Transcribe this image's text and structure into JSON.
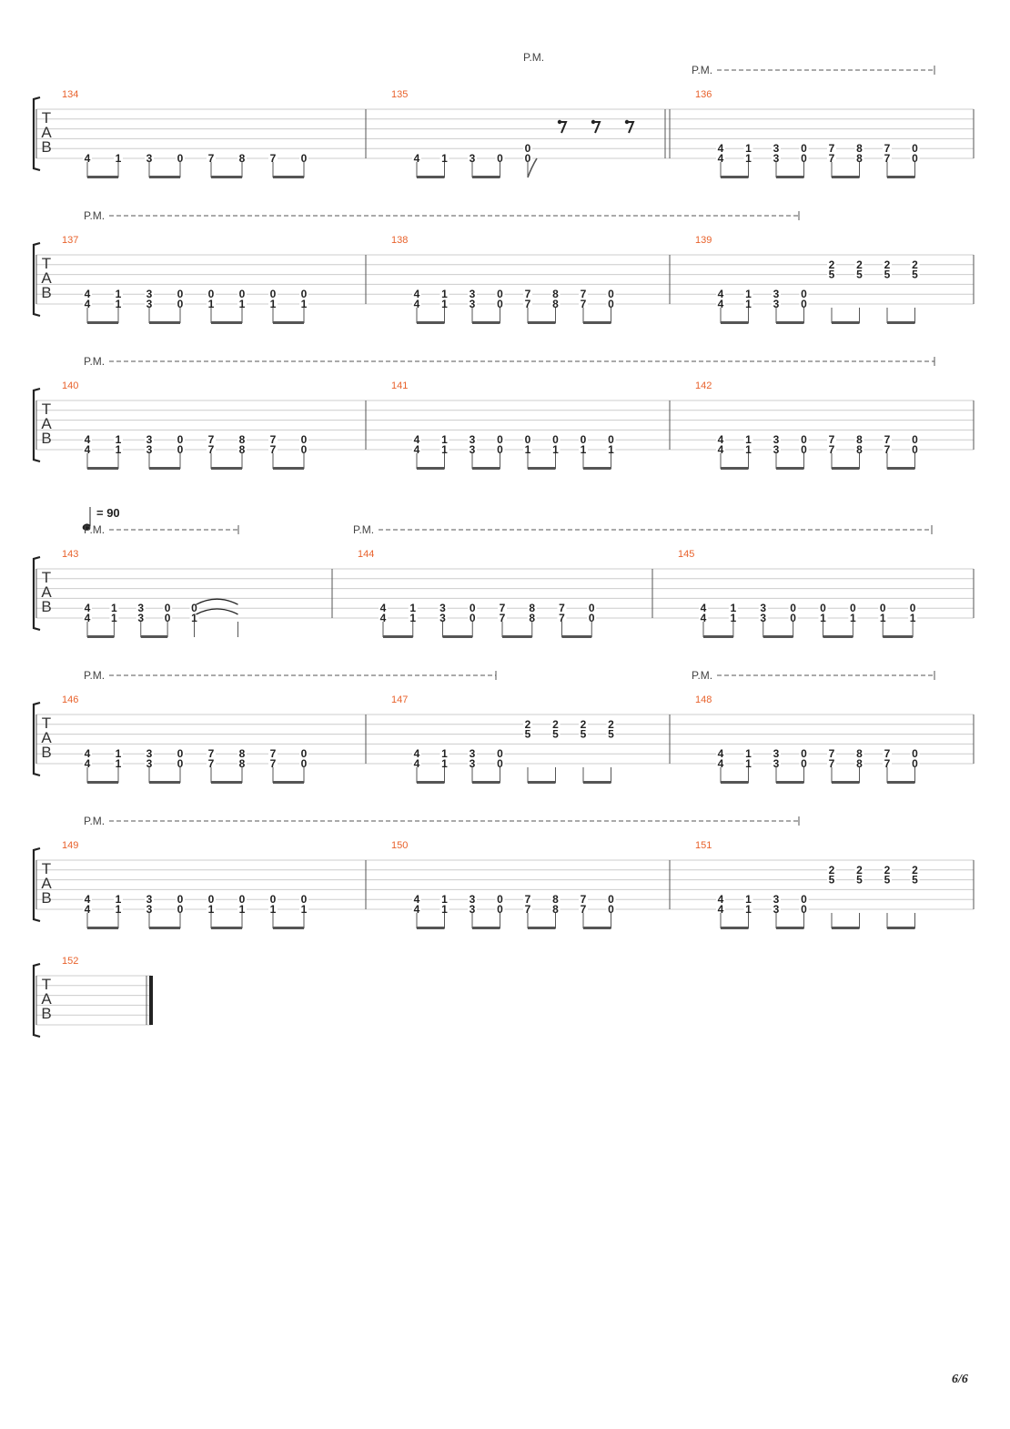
{
  "page": {
    "number": "6/6"
  },
  "labels": {
    "pm": "P.M.",
    "tab": [
      "T",
      "A",
      "B"
    ]
  },
  "tempo": {
    "value": "90",
    "text": "= 90"
  },
  "colors": {
    "measure_number": "#e8622c",
    "staff_line": "#cccccc",
    "ink": "#222222"
  },
  "patterns": {
    "A": [
      [
        "4",
        "4"
      ],
      [
        "1",
        "1"
      ],
      [
        "3",
        "3"
      ],
      [
        "0",
        "0"
      ],
      [
        "7",
        "7"
      ],
      [
        "8",
        "8"
      ],
      [
        "7",
        "7"
      ],
      [
        "0",
        "0"
      ]
    ],
    "B": [
      [
        "4",
        "4"
      ],
      [
        "1",
        "1"
      ],
      [
        "3",
        "3"
      ],
      [
        "0",
        "0"
      ],
      [
        "0",
        "1"
      ],
      [
        "0",
        "1"
      ],
      [
        "0",
        "1"
      ],
      [
        "0",
        "1"
      ]
    ],
    "C": [
      [
        "4",
        "4"
      ],
      [
        "1",
        "1"
      ],
      [
        "3",
        "3"
      ],
      [
        "0",
        "0"
      ],
      [
        "2",
        "5"
      ],
      [
        "2",
        "5"
      ],
      [
        "2",
        "5"
      ],
      [
        "2",
        "5"
      ]
    ],
    "S": [
      [
        "4"
      ],
      [
        "1"
      ],
      [
        "3"
      ],
      [
        "0"
      ],
      [
        "7"
      ],
      [
        "8"
      ],
      [
        "7"
      ],
      [
        "0"
      ]
    ]
  },
  "measures": [
    {
      "number": "134",
      "pattern": "S"
    },
    {
      "number": "135",
      "notes": [
        [
          "4"
        ],
        [
          "1"
        ],
        [
          "3"
        ],
        [
          "0"
        ],
        [
          "0",
          "0"
        ]
      ],
      "rests": 3
    },
    {
      "number": "136",
      "pattern": "A"
    },
    {
      "number": "137",
      "pattern": "B"
    },
    {
      "number": "138",
      "pattern": "A"
    },
    {
      "number": "139",
      "pattern": "C"
    },
    {
      "number": "140",
      "pattern": "A"
    },
    {
      "number": "141",
      "pattern": "B"
    },
    {
      "number": "142",
      "pattern": "A"
    },
    {
      "number": "143",
      "notes": [
        [
          "4",
          "4"
        ],
        [
          "1",
          "1"
        ],
        [
          "3",
          "3"
        ],
        [
          "0",
          "0"
        ],
        [
          "0",
          "1"
        ]
      ],
      "tied_last": true
    },
    {
      "number": "144",
      "pattern": "A"
    },
    {
      "number": "145",
      "pattern": "B"
    },
    {
      "number": "146",
      "pattern": "A"
    },
    {
      "number": "147",
      "pattern": "C"
    },
    {
      "number": "148",
      "pattern": "A"
    },
    {
      "number": "149",
      "pattern": "B"
    },
    {
      "number": "150",
      "pattern": "A"
    },
    {
      "number": "151",
      "pattern": "C"
    },
    {
      "number": "152",
      "notes": [],
      "final": true
    }
  ]
}
